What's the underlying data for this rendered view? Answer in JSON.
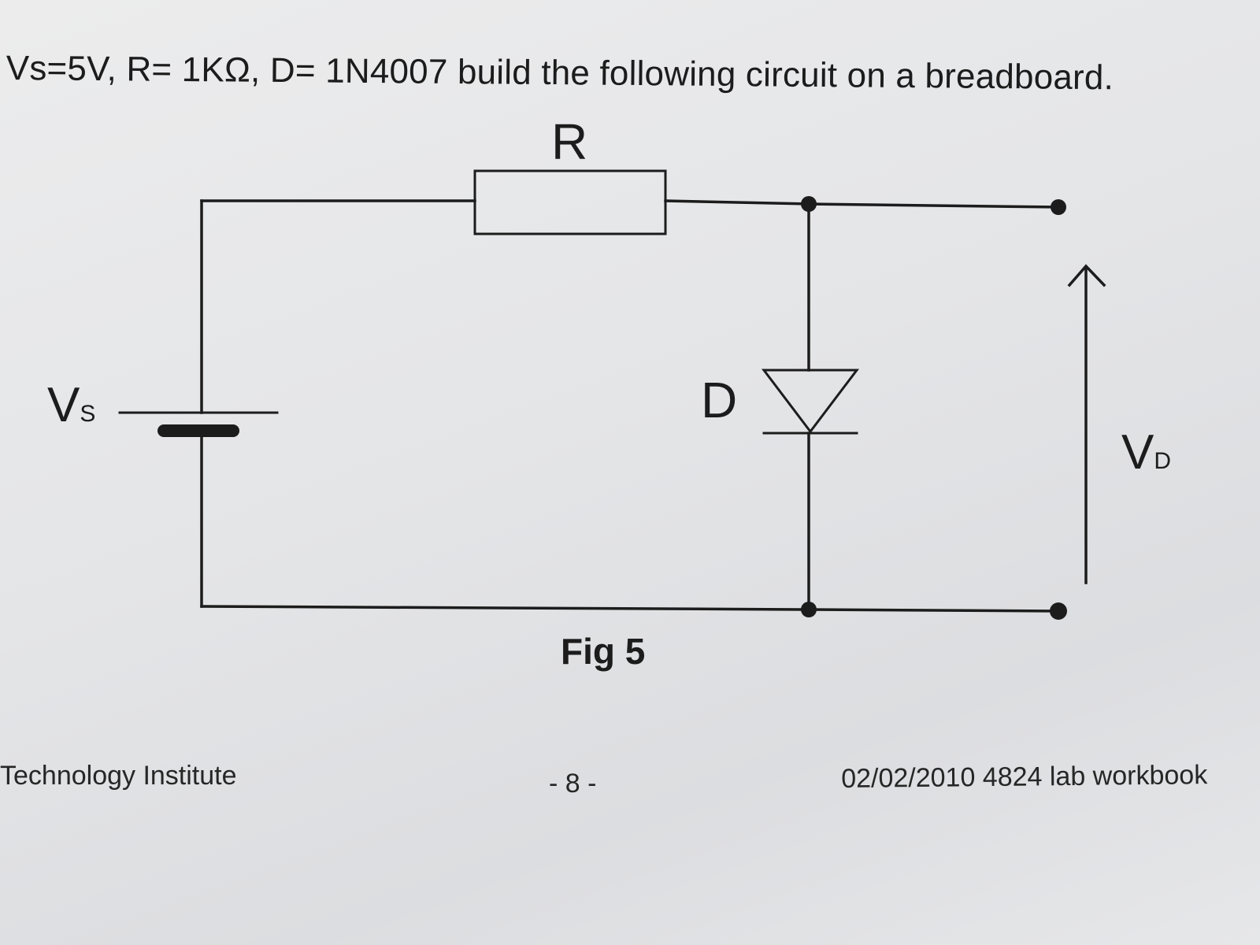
{
  "instruction": "Vs=5V, R= 1KΩ, D= 1N4007 build the following circuit on a breadboard.",
  "diagram": {
    "resistor_label": "R",
    "diode_label": "D",
    "source_label": {
      "main": "V",
      "sub": "S"
    },
    "output_voltage_label": {
      "main": "V",
      "sub": "D"
    }
  },
  "figure_caption": "Fig 5",
  "footer": {
    "left": "Technology Institute",
    "center": "- 8 -",
    "right": "02/02/2010 4824 lab workbook"
  },
  "colors": {
    "ink": "#1c1c1c",
    "paper": "#e6e7e9"
  }
}
